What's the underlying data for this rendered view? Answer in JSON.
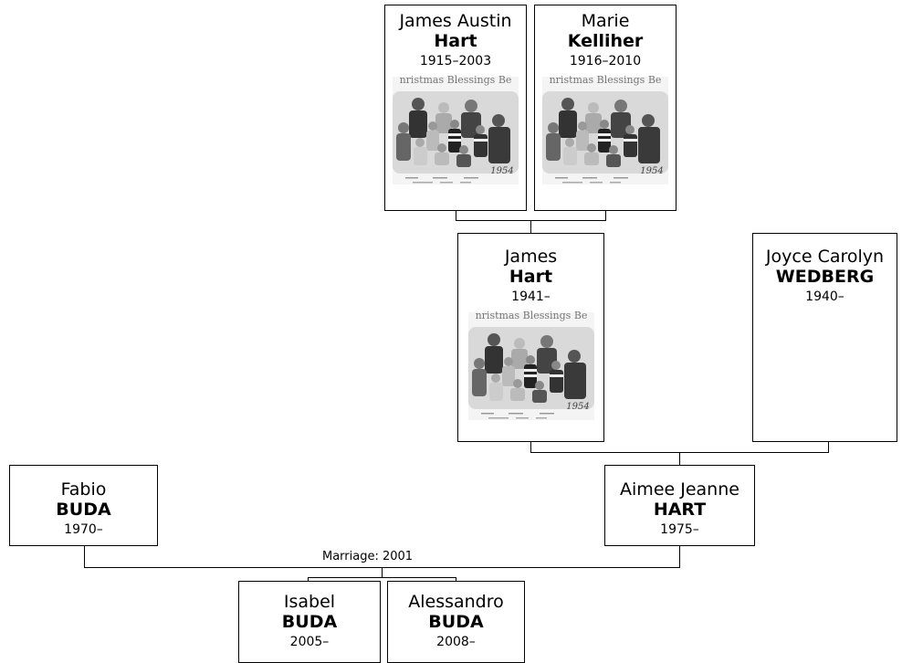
{
  "people": {
    "james_austin": {
      "given": "James Austin",
      "surname": "Hart",
      "dates": "1915–2003",
      "photo_caption": "nristmas Blessings Be",
      "photo_year": "1954"
    },
    "marie": {
      "given": "Marie",
      "surname": "Kelliher",
      "dates": "1916–2010",
      "photo_caption": "nristmas Blessings Be",
      "photo_year": "1954"
    },
    "james": {
      "given": "James",
      "surname": "Hart",
      "dates": "1941–",
      "photo_caption": "nristmas Blessings Be",
      "photo_year": "1954"
    },
    "joyce": {
      "given": "Joyce Carolyn",
      "surname": "WEDBERG",
      "dates": "1940–"
    },
    "fabio": {
      "given": "Fabio",
      "surname": "BUDA",
      "dates": "1970–"
    },
    "aimee": {
      "given": "Aimee Jeanne",
      "surname": "HART",
      "dates": "1975–"
    },
    "isabel": {
      "given": "Isabel",
      "surname": "BUDA",
      "dates": "2005–"
    },
    "alessandro": {
      "given": "Alessandro",
      "surname": "BUDA",
      "dates": "2008–"
    }
  },
  "marriage_label": "Marriage: 2001"
}
